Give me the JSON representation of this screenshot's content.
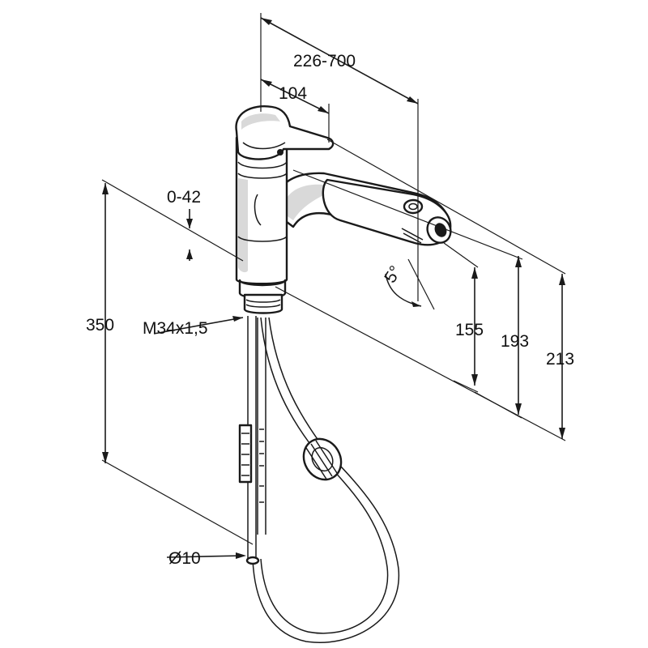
{
  "drawing": {
    "subject": "single-lever kitchen faucet with pull-out spray and hose",
    "line_color": "#1a1a1a",
    "background": "#ffffff"
  },
  "dimensions": {
    "reach_range": "226-700",
    "lever_offset": "104",
    "deck_thickness": "0-42",
    "total_height": "350",
    "thread": "M34x1,5",
    "spout_angle": "5°",
    "outlet_height": "155",
    "spout_height": "193",
    "top_height": "213",
    "hose_diameter": "Ø10"
  }
}
